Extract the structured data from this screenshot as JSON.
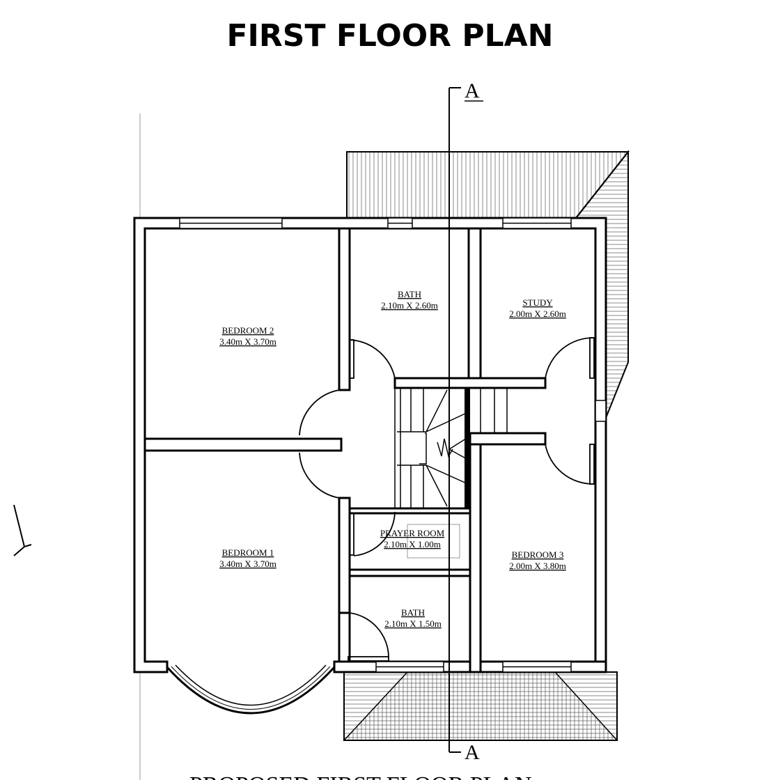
{
  "title": "FIRST FLOOR PLAN",
  "section_marker": "A",
  "bottom_caption": "PROPOSED FIRST FLOOR PLAN",
  "rooms": [
    {
      "name": "BEDROOM 2",
      "size": "3.40m X 3.70m"
    },
    {
      "name": "BATH",
      "size": "2.10m X 2.60m"
    },
    {
      "name": "STUDY",
      "size": "2.00m X 2.60m"
    },
    {
      "name": "BEDROOM 1",
      "size": "3.40m X 3.70m"
    },
    {
      "name": "PRAYER ROOM",
      "size": "2.10m X 1.00m"
    },
    {
      "name": "BEDROOM 3",
      "size": "2.00m X 3.80m"
    },
    {
      "name": "BATH",
      "size": "2.10m X 1.50m"
    }
  ]
}
